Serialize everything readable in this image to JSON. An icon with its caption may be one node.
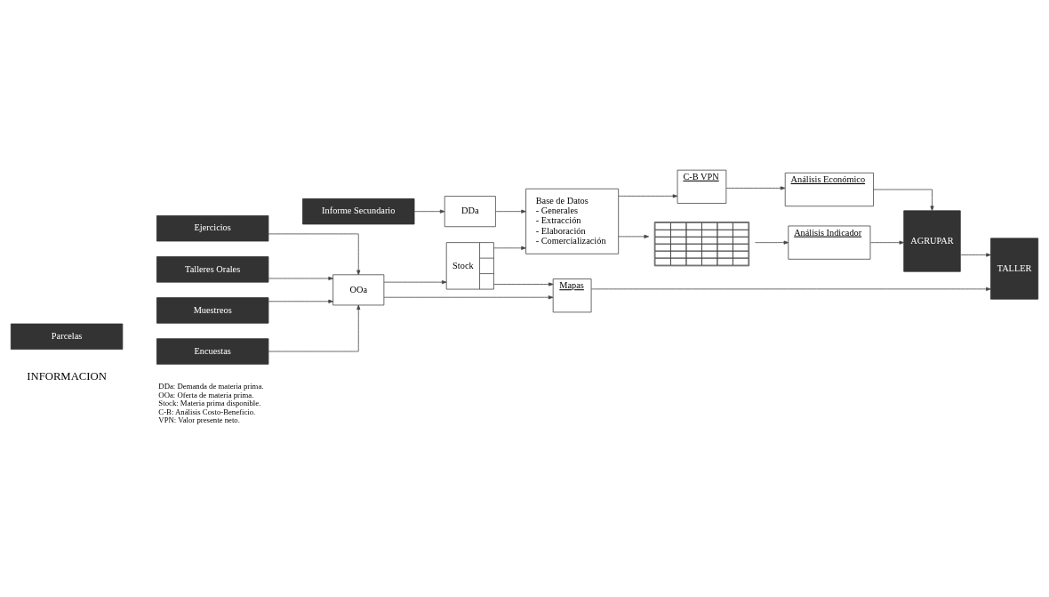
{
  "diagram": {
    "nodes": [
      {
        "text": [
          "Encuestas"
        ]
      },
      {
        "text": [
          "Ejercicios"
        ]
      },
      {
        "text": [
          "Informe Secundario"
        ]
      },
      {
        "text": [
          "Talleres Orales"
        ]
      },
      {
        "text": [
          "Parcelas"
        ]
      },
      {
        "text": [
          "Muestreos"
        ]
      },
      {
        "text": [
          "DDa"
        ]
      },
      {
        "text": [
          "OOa"
        ]
      },
      {
        "text": [
          "Stock"
        ]
      },
      {
        "text": [
          "Base de Datos",
          "- Generales",
          "- Extracción",
          "- Elaboración",
          "- Comercialización"
        ]
      },
      {
        "text": [
          "Mapas"
        ]
      },
      {
        "text": [
          "C-B VPN"
        ]
      },
      {
        "text": [
          "Análisis Económico"
        ]
      },
      {
        "text": [
          "Análisis Indicador"
        ]
      },
      {
        "text": [],
        "shape": "box"
      },
      {
        "text": [
          "AGRUPAR"
        ]
      },
      {
        "text": [
          "TALLER"
        ]
      }
    ],
    "edges": [
      {
        "from": 0,
        "to": 7,
        "arrow": "to"
      },
      {
        "from": 1,
        "to": 7,
        "arrow": "to"
      },
      {
        "from": 2,
        "to": 6,
        "arrow": "to"
      },
      {
        "from": 3,
        "to": 7,
        "arrow": "to"
      },
      {
        "from": 5,
        "to": 7,
        "arrow": "to"
      },
      {
        "from": 6,
        "to": 9,
        "arrow": "to"
      },
      {
        "from": 7,
        "to": 8,
        "arrow": "to"
      },
      {
        "from": 8,
        "to": 9,
        "arrow": "to"
      },
      {
        "from": 7,
        "to": 10,
        "arrow": "to"
      },
      {
        "from": 8,
        "to": 10,
        "arrow": "to"
      },
      {
        "from": 9,
        "to": 11,
        "arrow": "to"
      },
      {
        "from": 9,
        "to": 14,
        "arrow": "to"
      },
      {
        "from": 11,
        "to": 12,
        "arrow": "to"
      },
      {
        "from": 14,
        "to": 13,
        "arrow": "to"
      },
      {
        "from": 12,
        "to": 15,
        "arrow": "to"
      },
      {
        "from": 13,
        "to": 15,
        "arrow": "to"
      },
      {
        "from": 15,
        "to": 16,
        "arrow": "to"
      },
      {
        "from": 10,
        "to": 16,
        "arrow": "to"
      }
    ],
    "labels": [
      "INFORMACION",
      "DDa: Demanda de materia prima.",
      "OOa: Oferta de materia prima.",
      "Stock: Materia prima disponible.",
      "C-B: Análisis Costo-Beneficio.",
      "VPN: Valor presente neto."
    ]
  }
}
